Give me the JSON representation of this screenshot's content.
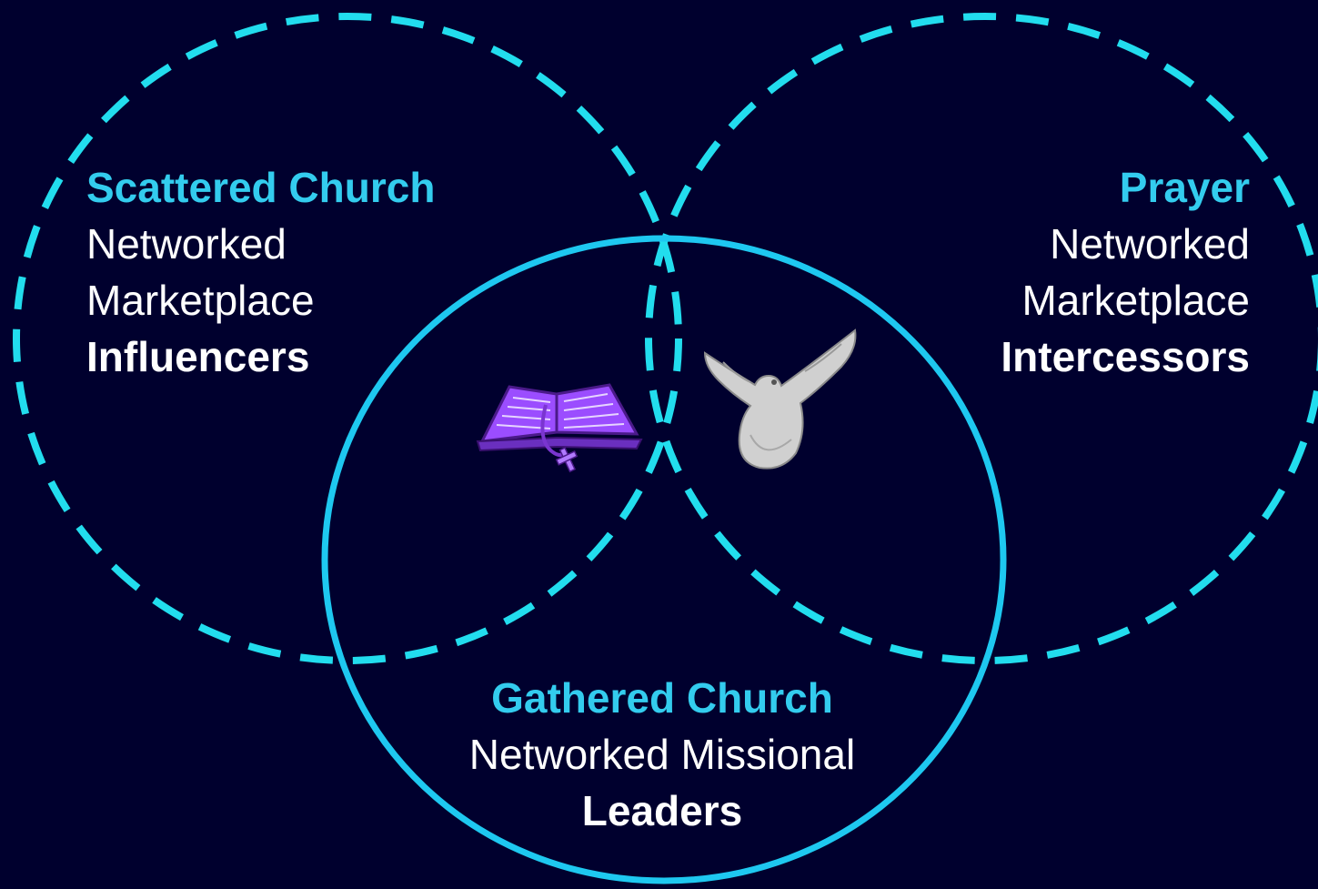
{
  "colors": {
    "background": "#00002e",
    "heading": "#33ccee",
    "body_text": "#ffffff",
    "dashed_circle": "#22ddee",
    "solid_circle": "#1ec8f0",
    "book": "#9b4dff",
    "dove": "#d0d0d0"
  },
  "scattered": {
    "title": "Scattered Church",
    "line1": "Networked",
    "line2": "Marketplace",
    "line3": "Influencers"
  },
  "prayer": {
    "title": "Prayer",
    "line1": "Networked",
    "line2": "Marketplace",
    "line3": "Intercessors"
  },
  "gathered": {
    "title": "Gathered Church",
    "line1": "Networked Missional",
    "line2": "Leaders"
  },
  "icons": {
    "bible": "bible-icon",
    "dove": "dove-icon"
  }
}
